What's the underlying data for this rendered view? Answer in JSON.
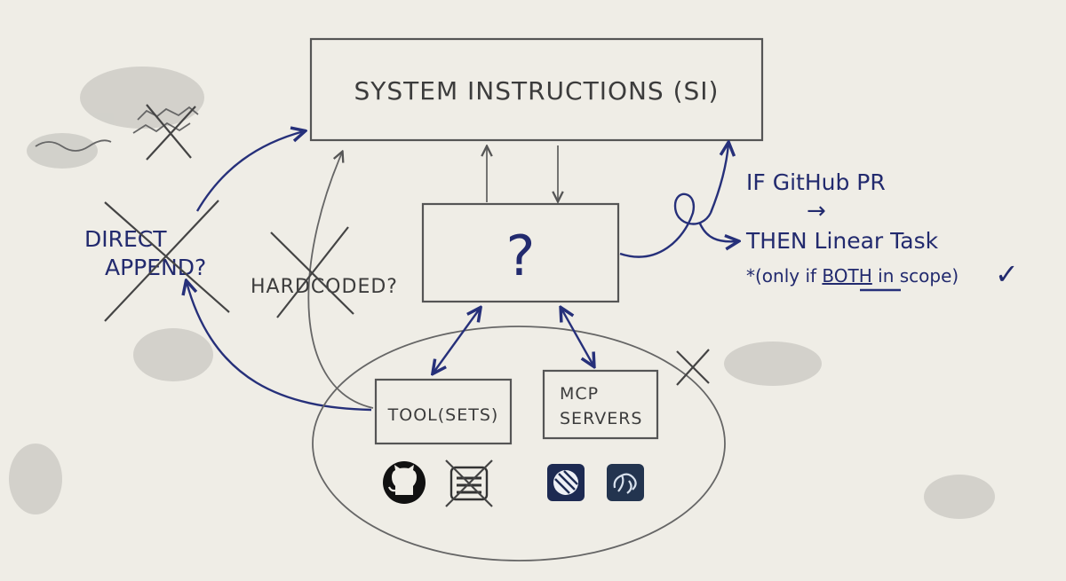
{
  "si_box": {
    "label": "SYSTEM INSTRUCTIONS (SI)"
  },
  "center_box": {
    "label": "?"
  },
  "direct_append": {
    "line1": "DIRECT",
    "line2": "APPEND?"
  },
  "hardcoded": {
    "label": "HARDCODED?"
  },
  "tools_box": {
    "label": "TOOL(SETS)"
  },
  "mcp_box": {
    "line1": "MCP",
    "line2": "SERVERS"
  },
  "rule": {
    "line1": "IF GitHub PR",
    "arrow": "→",
    "line2": "THEN Linear Task",
    "note_prefix": "*(only if ",
    "note_emph": "BOTH",
    "note_suffix": " in scope)",
    "check": "✓"
  },
  "icons": [
    "github-icon",
    "crossed-out-app-icon",
    "linear-icon",
    "slack-app-icon"
  ],
  "colors": {
    "paper": "#efede6",
    "pencil": "#555555",
    "ink": "#26307a"
  }
}
